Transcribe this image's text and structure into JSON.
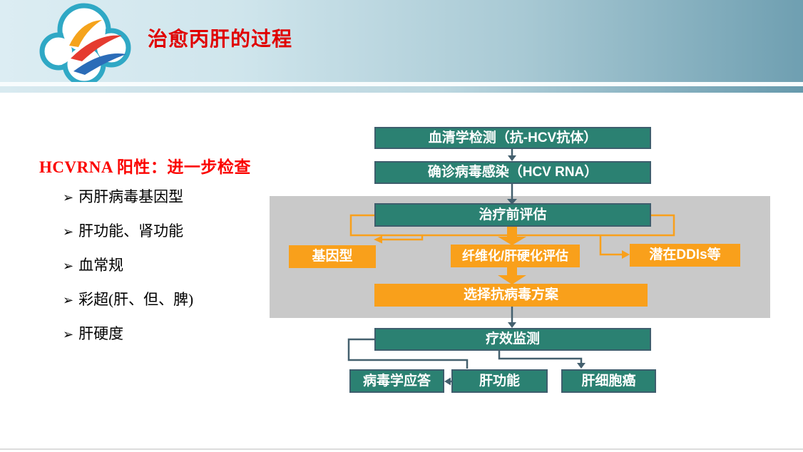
{
  "header": {
    "title": "治愈丙肝的过程",
    "logo_icon": "cloud-logo"
  },
  "left_panel": {
    "heading": "HCVRNA 阳性：进一步检查",
    "bullet": "➢",
    "items": [
      "丙肝病毒基因型",
      "肝功能、肾功能",
      "血常规",
      "彩超(肝、但、脾)",
      "肝硬度"
    ]
  },
  "flowchart": {
    "serology": "血清学检测（抗-HCV抗体）",
    "confirm": "确诊病毒感染（HCV RNA）",
    "pre_treatment": "治疗前评估",
    "genotype": "基因型",
    "fibrosis": "纤维化/肝硬化评估",
    "ddis": "潜在DDIs等",
    "regimen": "选择抗病毒方案",
    "monitoring": "疗效监测",
    "virologic_response": "病毒学应答",
    "liver_function": "肝功能",
    "hcc": "肝细胞癌"
  },
  "colors": {
    "teal_box": "#2b8172",
    "teal_border": "#3e5e6d",
    "orange": "#f9a01b",
    "gray_panel": "#c9c9c9",
    "dark_connector": "#44606e",
    "title_red": "#e00000",
    "heading_red": "#fb0300"
  }
}
